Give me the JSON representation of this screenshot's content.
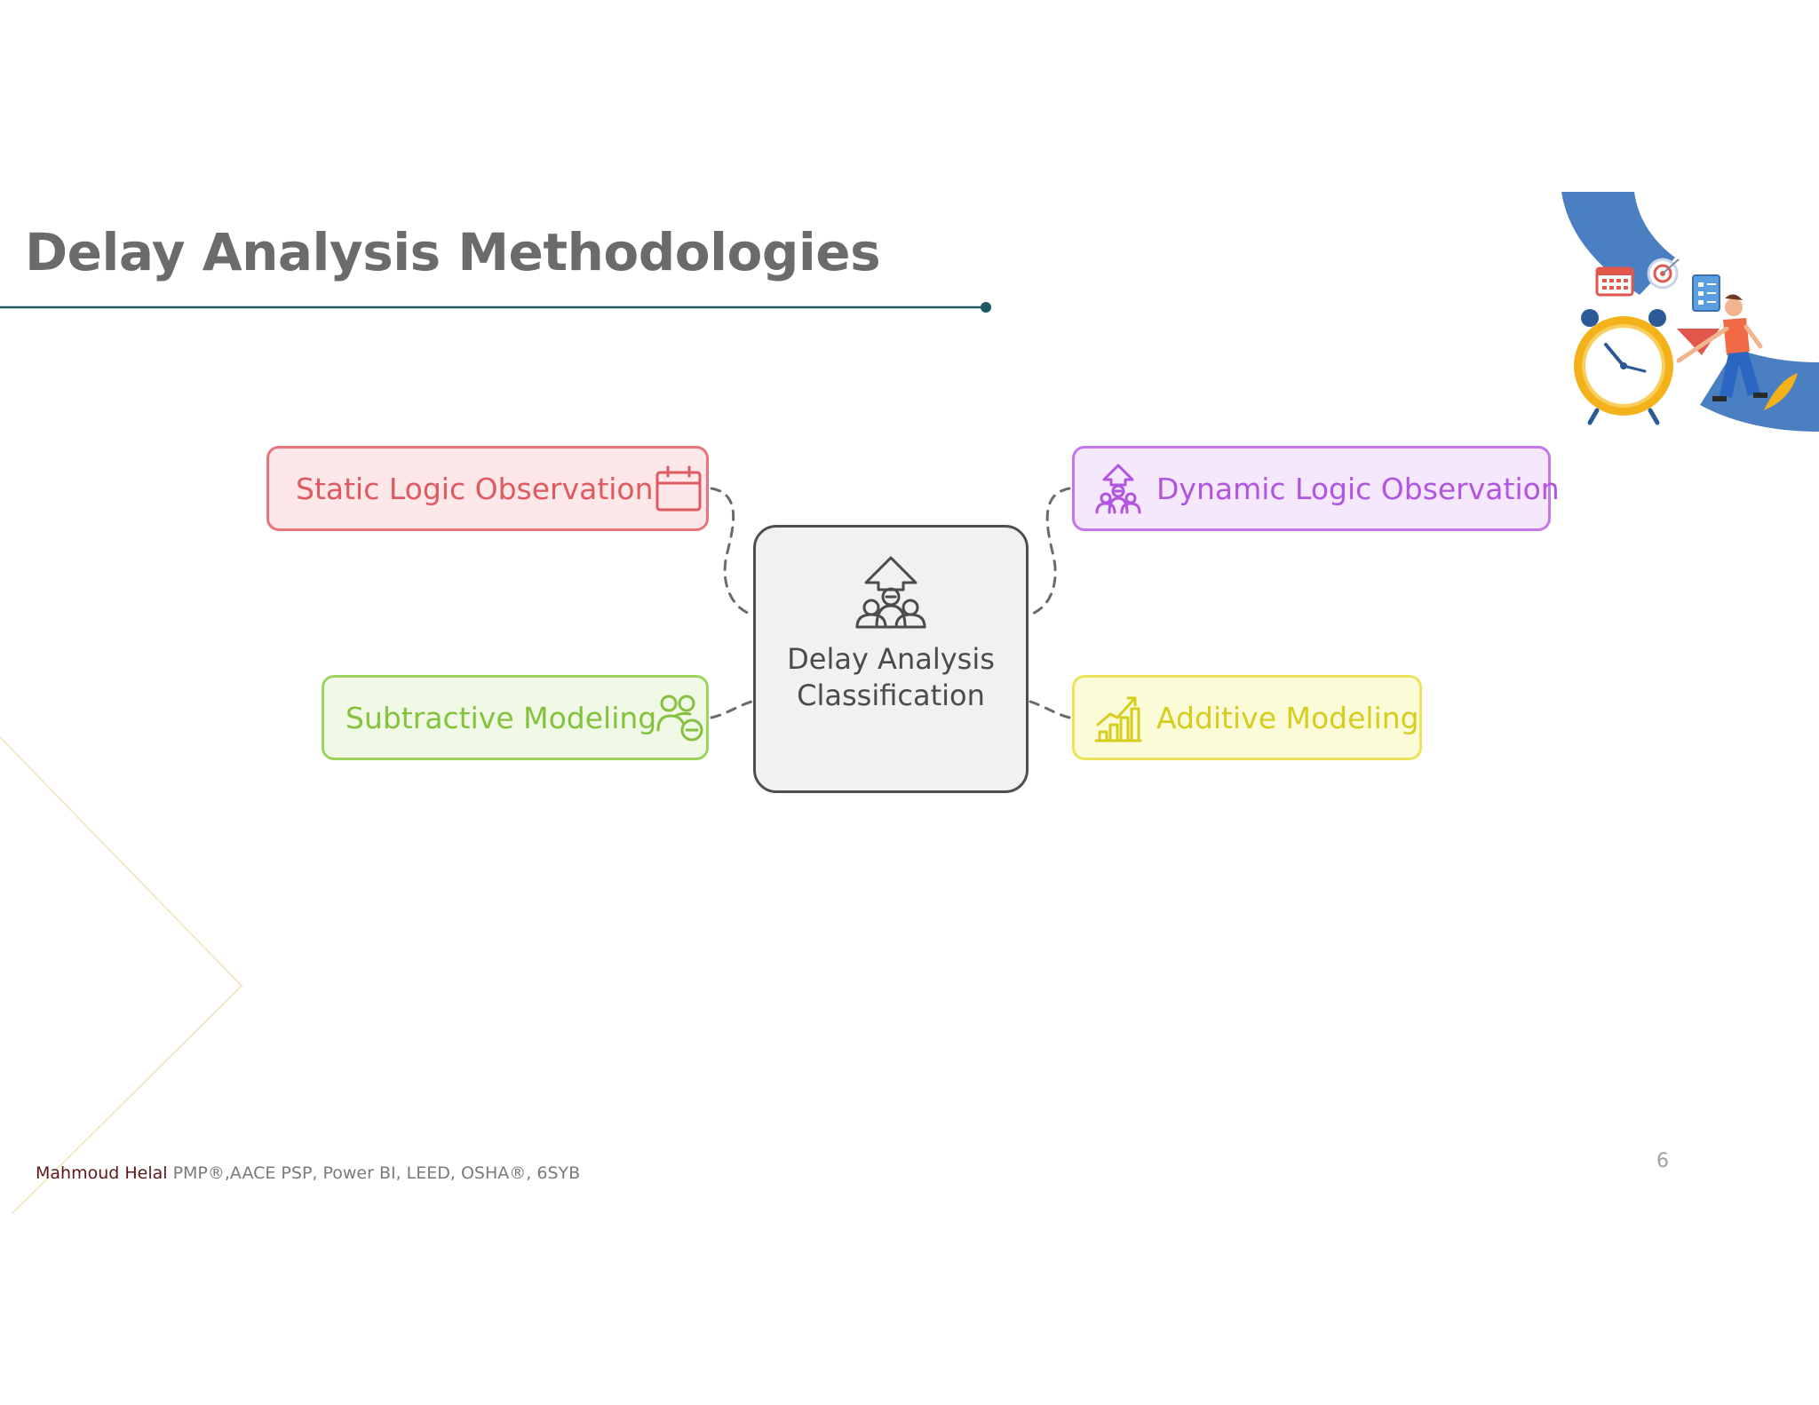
{
  "slide": {
    "title": "Delay Analysis Methodologies",
    "page_number": "6"
  },
  "footer": {
    "author": "Mahmoud Helal",
    "credentials": " PMP®,AACE PSP, Power BI, LEED, OSHA®, 6SYB"
  },
  "diagram": {
    "center": {
      "label": "Delay Analysis Classification",
      "icon": "hierarchy-up-arrow-icon"
    },
    "branches": [
      {
        "id": "static",
        "label": "Static Logic Observation",
        "icon": "calendar-icon",
        "color": "#df5961"
      },
      {
        "id": "dynamic",
        "label": "Dynamic Logic Observation",
        "icon": "people-growth-icon",
        "color": "#b155e0"
      },
      {
        "id": "subtractive",
        "label": "Subtractive Modeling",
        "icon": "users-minus-icon",
        "color": "#84c23e"
      },
      {
        "id": "additive",
        "label": "Additive Modeling",
        "icon": "bar-chart-growth-icon",
        "color": "#d6cd1f"
      }
    ],
    "connector_style": "dashed"
  },
  "colors": {
    "title": "#6b6b6b",
    "title_rule": "#1f5a63",
    "illustration_arc": "#4a7fc1",
    "clock": "#f4b21a"
  }
}
